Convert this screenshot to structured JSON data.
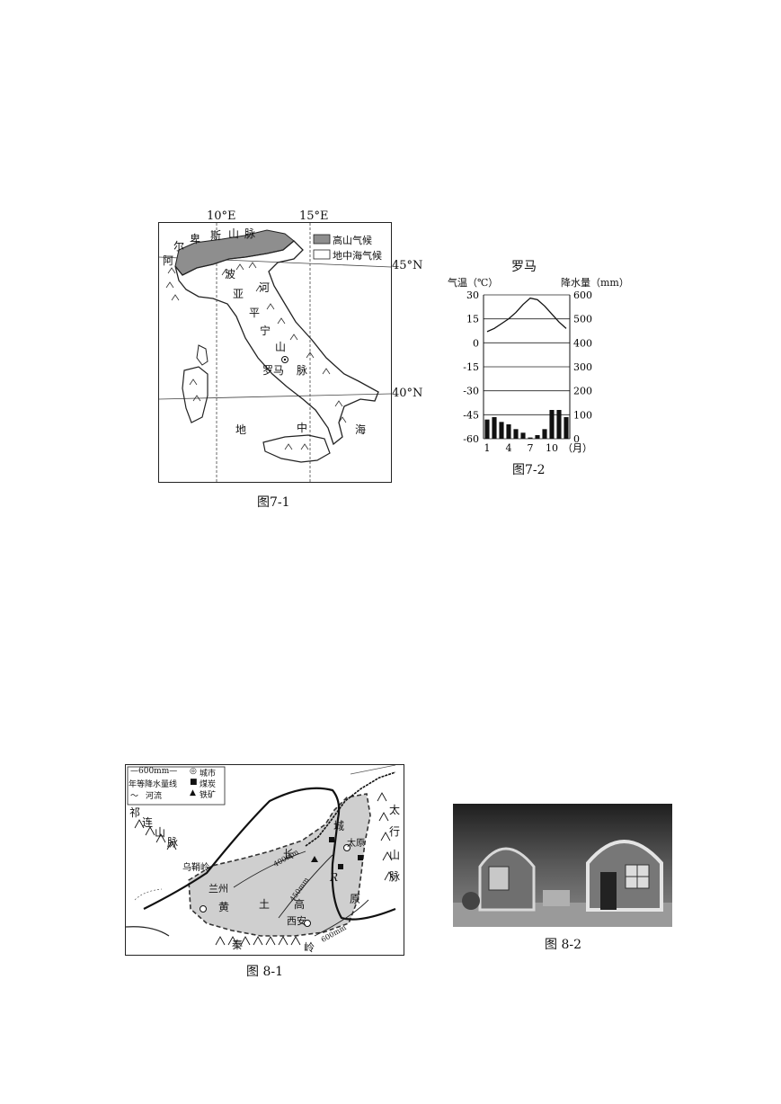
{
  "fig7_1": {
    "caption": "图7-1",
    "lon_labels": [
      "10°E",
      "15°E"
    ],
    "lat_labels": [
      "45°N",
      "40°N"
    ],
    "legend": [
      {
        "label": "高山气候",
        "color": "#8e8e8e"
      },
      {
        "label": "地中海气候",
        "color": "#ffffff"
      }
    ],
    "place_labels": {
      "alps": [
        "阿",
        "尔",
        "卑",
        "斯",
        "山",
        "脉"
      ],
      "po_river": [
        "波",
        "河"
      ],
      "apennines": [
        "亚",
        "平",
        "宁",
        "山",
        "脉"
      ],
      "rome": "罗马",
      "mediterranean": [
        "地",
        "中",
        "海"
      ]
    }
  },
  "fig7_2": {
    "caption": "图7-2",
    "chart_data": {
      "type": "bar",
      "title": "罗马",
      "left_axis_label": "气温（℃）",
      "right_axis_label": "降水量（mm）",
      "month_unit": "（月）",
      "x": [
        1,
        2,
        3,
        4,
        5,
        6,
        7,
        8,
        9,
        10,
        11,
        12
      ],
      "x_tick_labels": [
        "1",
        "4",
        "7",
        "10"
      ],
      "left_ticks": [
        "30",
        "15",
        "0",
        "-15",
        "-30",
        "-45",
        "-60"
      ],
      "right_ticks": [
        "600",
        "500",
        "400",
        "300",
        "200",
        "100",
        "0"
      ],
      "temp_ylim": [
        -60,
        30
      ],
      "precip_ylim": [
        0,
        600
      ],
      "series": [
        {
          "kind": "line",
          "axis": "left",
          "values": [
            7,
            9,
            12,
            15,
            19,
            24,
            28,
            27,
            23,
            18,
            13,
            9
          ]
        },
        {
          "kind": "bar",
          "axis": "right",
          "values": [
            80,
            90,
            70,
            60,
            40,
            25,
            5,
            15,
            40,
            120,
            120,
            90
          ]
        }
      ]
    }
  },
  "fig8_1": {
    "caption": "图 8-1",
    "legend": [
      {
        "symbol": "—600mm—",
        "label": "年等降水量线"
      },
      {
        "symbol": "〜",
        "label": "河流"
      },
      {
        "symbol": "◎",
        "label": "城市"
      },
      {
        "symbol": "■",
        "label": "煤炭"
      },
      {
        "symbol": "▲",
        "label": "铁矿"
      }
    ],
    "place_labels": {
      "qilian": [
        "祁",
        "连",
        "山",
        "脉"
      ],
      "wuqiaoling": "乌鞘岭",
      "taihang": [
        "太",
        "行",
        "山",
        "脉"
      ],
      "great_wall": [
        "长",
        "城"
      ],
      "taiyuan": "太原",
      "lanzhou": "兰州",
      "xian": "西安",
      "loess": [
        "黄",
        "土",
        "高",
        "原"
      ],
      "qinling": [
        "秦",
        "岭"
      ],
      "river": "R",
      "iso_400": "400mm",
      "iso_450": "450mm",
      "iso_600": "600mm"
    }
  },
  "fig8_2": {
    "caption": "图 8-2"
  }
}
